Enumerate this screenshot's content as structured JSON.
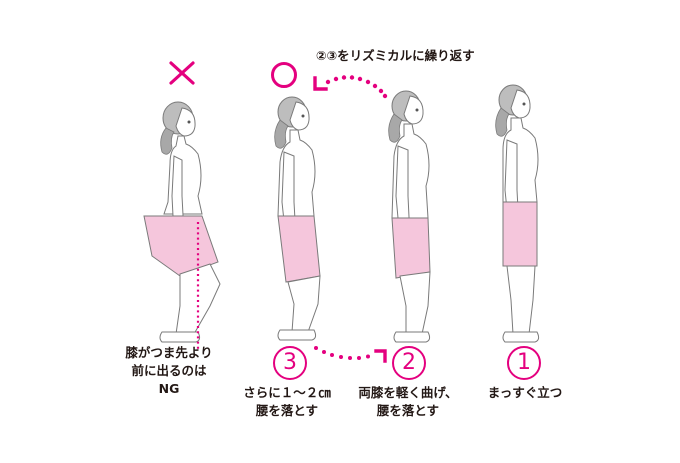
{
  "colors": {
    "accent": "#e4007f",
    "shorts": "#f5c6dc",
    "hair": "#a8a8a8",
    "outline": "#7a7a7a",
    "text": "#231815"
  },
  "marks": {
    "ng_symbol": "×",
    "ok_symbol": "○"
  },
  "repeat_instruction": "②③をリズミカルに繰り返す",
  "figures": [
    {
      "id": "ng",
      "marker": "×",
      "caption_lines": [
        "膝がつま先より",
        "前に出るのは",
        "NG"
      ]
    },
    {
      "id": "step3",
      "marker": "○",
      "step_number": "3",
      "caption_lines": [
        "さらに１～２㎝",
        "腰を落とす"
      ]
    },
    {
      "id": "step2",
      "step_number": "2",
      "caption_lines": [
        "両膝を軽く曲げ、",
        "腰を落とす"
      ]
    },
    {
      "id": "step1",
      "step_number": "1",
      "caption_lines": [
        "まっすぐ立つ"
      ]
    }
  ]
}
